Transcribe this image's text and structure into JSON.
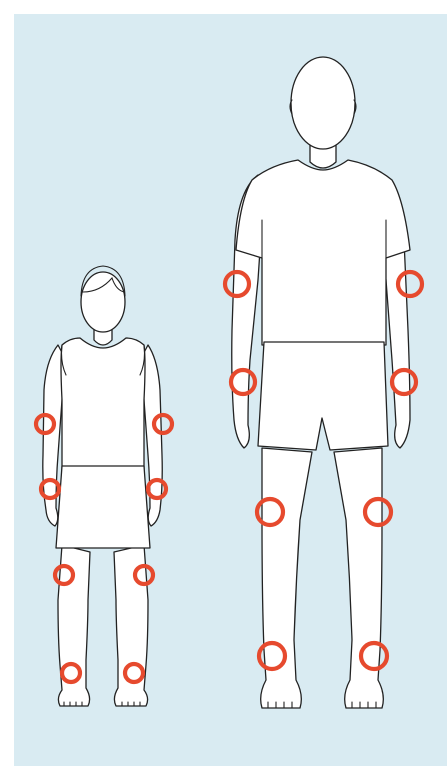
{
  "colors": {
    "background": "#d9ebf2",
    "figure_fill": "#ffffff",
    "outline": "#222222",
    "marker": "#e64a2e"
  },
  "figures": [
    {
      "name": "child"
    },
    {
      "name": "adult"
    }
  ],
  "markers": {
    "child": [
      "left-upper-arm",
      "right-upper-arm",
      "left-forearm",
      "right-forearm",
      "left-knee",
      "right-knee",
      "left-ankle",
      "right-ankle"
    ],
    "adult": [
      "left-upper-arm",
      "right-upper-arm",
      "left-forearm",
      "right-forearm",
      "left-knee",
      "right-knee",
      "left-ankle",
      "right-ankle"
    ]
  }
}
